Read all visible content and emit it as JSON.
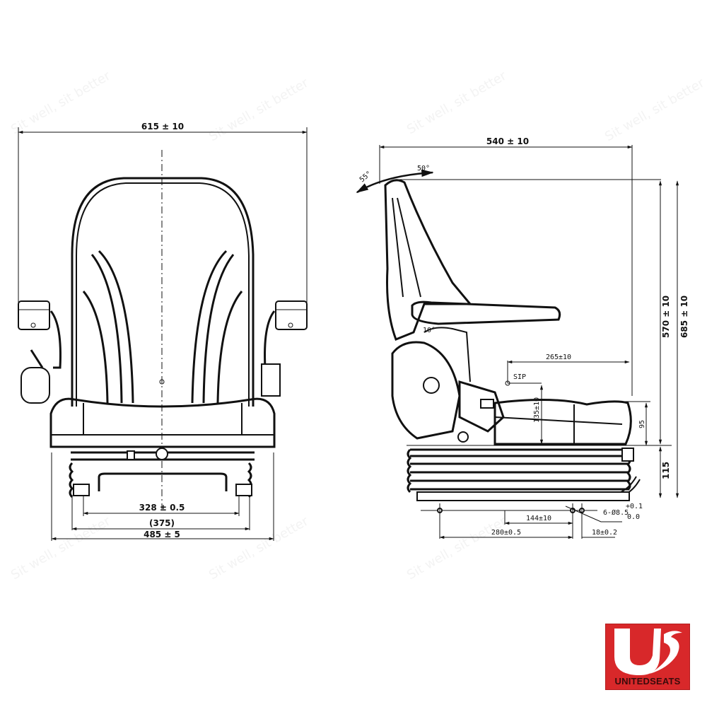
{
  "drawing": {
    "front_view": {
      "overall_width": "615 ± 10",
      "base_hole_spacing": "328 ± 0.5",
      "base_width_ref": "(375)",
      "base_overall_width": "485 ± 5"
    },
    "side_view": {
      "overall_depth": "540 ± 10",
      "backrest_tilt_back": "55°",
      "backrest_tilt_forward": "50°",
      "armrest_angle": "10°",
      "sip_label": "SIP",
      "sip_to_front": "265±10",
      "sip_height": "135±10",
      "cushion_height": "95",
      "height_above_base": "570 ± 10",
      "overall_height": "685 ± 10",
      "suspension_height": "115",
      "hole_spacing_short": "144±10",
      "hole_spacing_long": "280±0.5",
      "hole_offset": "18±0.2",
      "holes_spec": "6-Ø8.5",
      "holes_tol_upper": "+0.1",
      "holes_tol_lower": "0.0"
    },
    "watermark": "Sit well, sit better",
    "logo": {
      "brand": "UNITEDSEATS",
      "color": "#d8282a"
    }
  }
}
